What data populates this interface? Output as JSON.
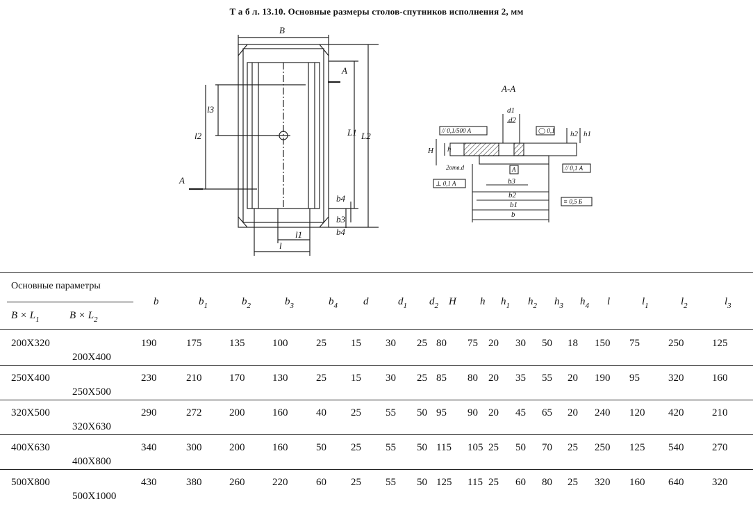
{
  "table": {
    "title": "Т а б л. 13.10. Основные размеры столов-спутников исполнения 2, мм",
    "group_header": "Основные параметры",
    "param_columns": [
      {
        "sym": "B × L",
        "sub": "1"
      },
      {
        "sym": "B × L",
        "sub": "2"
      }
    ],
    "columns": [
      {
        "sym": "b",
        "sub": ""
      },
      {
        "sym": "b",
        "sub": "1"
      },
      {
        "sym": "b",
        "sub": "2"
      },
      {
        "sym": "b",
        "sub": "3"
      },
      {
        "sym": "b",
        "sub": "4"
      },
      {
        "sym": "d",
        "sub": ""
      },
      {
        "sym": "d",
        "sub": "1"
      },
      {
        "sym": "d",
        "sub": "2"
      },
      {
        "sym": "H",
        "sub": ""
      },
      {
        "sym": "h",
        "sub": ""
      },
      {
        "sym": "h",
        "sub": "1"
      },
      {
        "sym": "h",
        "sub": "2"
      },
      {
        "sym": "h",
        "sub": "3"
      },
      {
        "sym": "h",
        "sub": "4"
      },
      {
        "sym": "l",
        "sub": ""
      },
      {
        "sym": "l",
        "sub": "1"
      },
      {
        "sym": "l",
        "sub": "2"
      },
      {
        "sym": "l",
        "sub": "3"
      }
    ],
    "rows": [
      {
        "bl1": "200X320",
        "bl2": "200X400",
        "values": [
          "190",
          "175",
          "135",
          "100",
          "25",
          "15",
          "30",
          "25",
          "80",
          "75",
          "20",
          "30",
          "50",
          "18",
          "150",
          "75",
          "250",
          "125"
        ]
      },
      {
        "bl1": "250X400",
        "bl2": "250X500",
        "values": [
          "230",
          "210",
          "170",
          "130",
          "25",
          "15",
          "30",
          "25",
          "85",
          "80",
          "20",
          "35",
          "55",
          "20",
          "190",
          "95",
          "320",
          "160"
        ]
      },
      {
        "bl1": "320X500",
        "bl2": "320X630",
        "values": [
          "290",
          "272",
          "200",
          "160",
          "40",
          "25",
          "55",
          "50",
          "95",
          "90",
          "20",
          "45",
          "65",
          "20",
          "240",
          "120",
          "420",
          "210"
        ]
      },
      {
        "bl1": "400X630",
        "bl2": "400X800",
        "values": [
          "340",
          "300",
          "200",
          "160",
          "50",
          "25",
          "55",
          "50",
          "115",
          "105",
          "25",
          "50",
          "70",
          "25",
          "250",
          "125",
          "540",
          "270"
        ]
      },
      {
        "bl1": "500X800",
        "bl2": "500X1000",
        "values": [
          "430",
          "380",
          "260",
          "220",
          "60",
          "25",
          "55",
          "50",
          "125",
          "115",
          "25",
          "60",
          "80",
          "25",
          "320",
          "160",
          "640",
          "320"
        ]
      }
    ]
  },
  "drawing": {
    "plan_labels": {
      "B": "B",
      "A_top": "A",
      "A_left": "A",
      "l3": "l3",
      "l2": "l2",
      "l1": "l1",
      "l": "l",
      "L1": "L1",
      "L2": "L2",
      "b4": "b4",
      "b3": "b3",
      "b4b": "b4"
    },
    "section_labels": {
      "section_title": "A-A",
      "d1": "d1",
      "d2": "d2",
      "H": "H",
      "h": "h",
      "h2": "h2",
      "h1": "h1",
      "b3": "b3",
      "b2": "b2",
      "b1": "b1",
      "b": "b",
      "tol_parallel": "// 0,1/500 A",
      "tol_circle": "◯ 0,1",
      "tol_perp": "⊥ 0,1 A",
      "tol_parallel2": "// 0,1 A",
      "tol_sym": "≡ 0,5 Б",
      "datum_A": "A",
      "holes": "2отв.d"
    }
  }
}
